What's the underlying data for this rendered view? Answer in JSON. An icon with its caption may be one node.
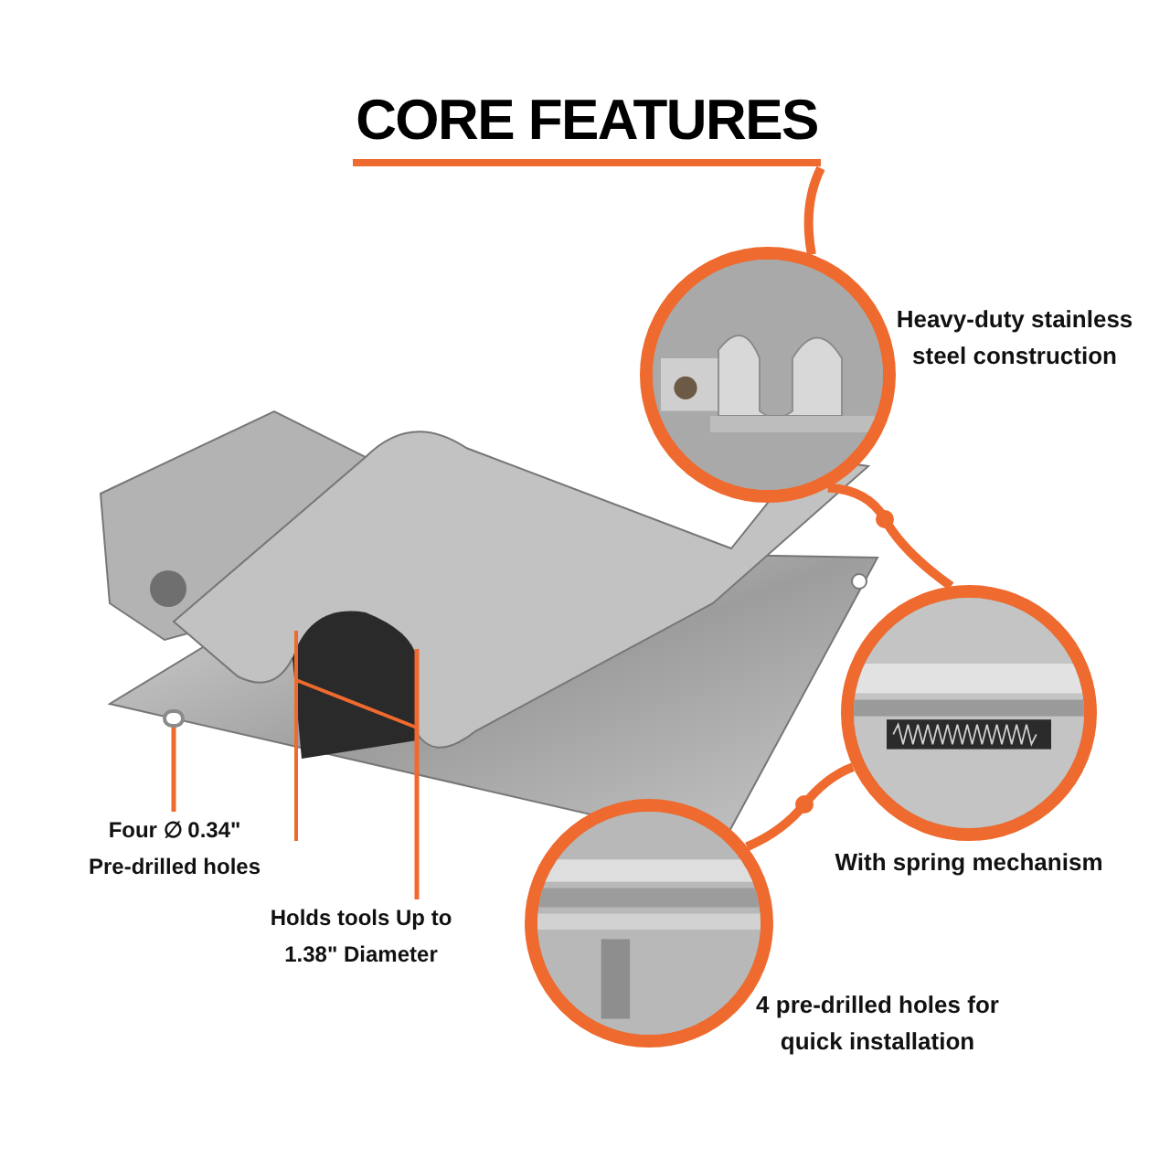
{
  "diagram": {
    "nodes": [
      {
        "text": [
          "CORE FEATURES"
        ]
      },
      {
        "text": [],
        "shape": "picture",
        "beside": [
          "Heavy-duty stainless steel construction"
        ]
      },
      {
        "text": [],
        "shape": "picture",
        "beside": [
          "With spring mechanism"
        ]
      },
      {
        "text": [],
        "shape": "picture",
        "beside": [
          "4 pre-drilled holes for quick installation"
        ]
      },
      {
        "text": [],
        "shape": "picture"
      },
      {
        "text": [],
        "shape": "circle",
        "in": 4
      },
      {
        "text": [
          "Four ∅ 0.34\" Pre-drilled holes"
        ]
      },
      {
        "text": [
          "Holds tools Up to 1.38\" Diameter"
        ]
      }
    ],
    "edges": [
      {
        "from": 0,
        "to": 1,
        "arrow": "none"
      },
      {
        "from": 1,
        "to": 2,
        "arrow": "none"
      },
      {
        "from": 2,
        "to": 3,
        "arrow": "none"
      },
      {
        "from": 6,
        "to": 5,
        "arrow": "none"
      },
      {
        "from": 7,
        "to": 4,
        "arrow": "none"
      }
    ]
  }
}
